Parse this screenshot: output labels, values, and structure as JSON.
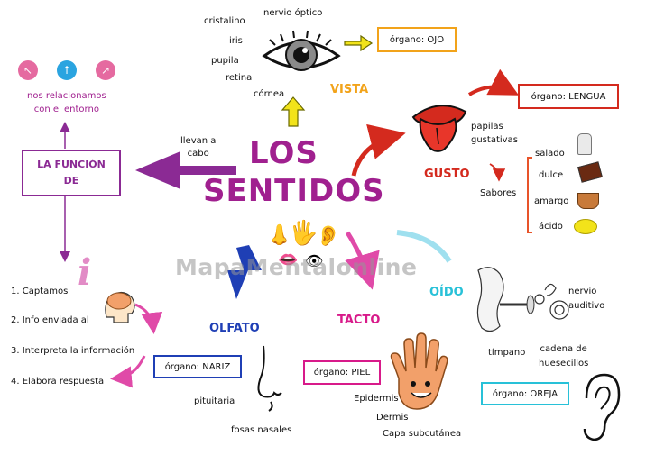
{
  "title": {
    "line1": "LOS",
    "line2": "SENTIDOS"
  },
  "function": {
    "box": "LA FUNCIÓN\nDE",
    "arrow_label": "llevan a\ncabo",
    "top_text": "nos relacionamos\ncon el entorno",
    "steps": [
      "1. Captamos",
      "2. Info enviada al",
      "3. Interpreta la información",
      "4. Elabora respuesta"
    ]
  },
  "vista": {
    "heading": "VISTA",
    "parts": [
      "cristalino",
      "nervio óptico",
      "iris",
      "pupila",
      "retina",
      "córnea"
    ],
    "organ": "órgano: OJO"
  },
  "gusto": {
    "heading": "GUSTO",
    "organ": "órgano: LENGUA",
    "papilas": "papilas\ngustativas",
    "sabores_label": "Sabores",
    "sabores": [
      "salado",
      "dulce",
      "amargo",
      "ácido"
    ]
  },
  "olfato": {
    "heading": "OLFATO",
    "organ": "órgano: NARIZ",
    "parts": [
      "pituitaria",
      "fosas nasales"
    ]
  },
  "tacto": {
    "heading": "TACTO",
    "organ": "órgano: PIEL",
    "parts": [
      "Epidermis",
      "Dermis",
      "Capa subcutánea"
    ]
  },
  "oido": {
    "heading": "OÍDO",
    "organ": "órgano: OREJA",
    "parts": [
      "nervio\nauditivo",
      "tímpano",
      "cadena de\nhuesecillos"
    ]
  },
  "watermark": "MapaMentalonline",
  "colors": {
    "purple": "#8b2a94",
    "magenta": "#d81a8a",
    "orange": "#f2a31a",
    "red": "#d42a1e",
    "blue": "#1f3fb5",
    "cyan": "#28c1d8",
    "pink_title": "#a0208f"
  }
}
